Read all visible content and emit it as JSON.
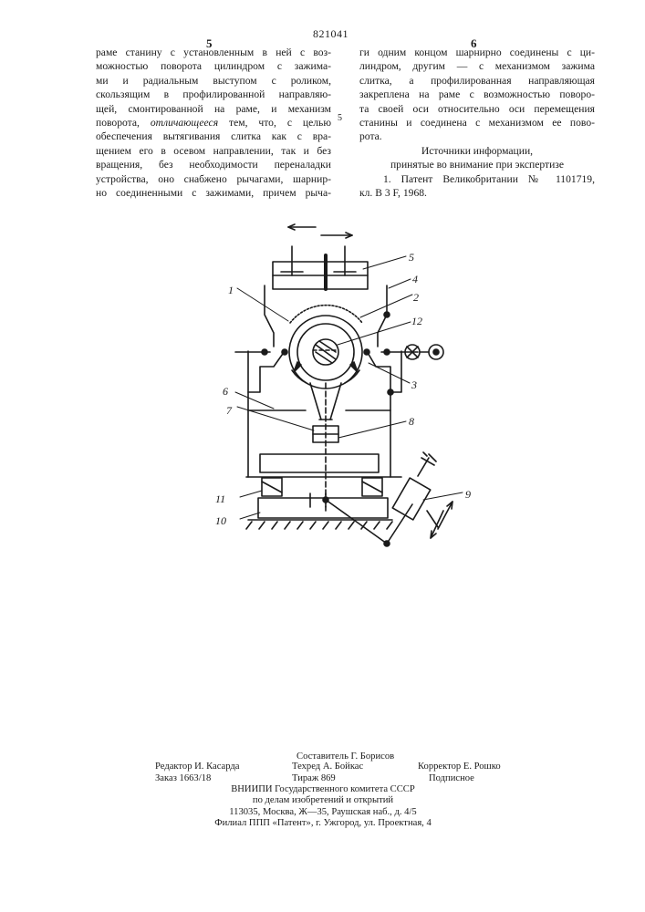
{
  "header": {
    "doc_number": "821041",
    "left_page": "5",
    "right_page": "6"
  },
  "left_column": {
    "lines": [
      "раме станину с установленным в ней с воз-",
      "можностью поворота цилиндром с зажима-",
      "ми и радиальным выступом с роликом,",
      "скользящим в профилированной направляю-",
      "щей, смонтированной на раме, и механизм",
      "поворота, ",
      "обеспечения вытягивания слитка как с вра-",
      "щением его в осевом направлении, так и без",
      "вращения, без необходимости переналадки",
      "устройства, оно снабжено рычагами, шарнир-",
      "но соединенными с зажимами, причем рыча-"
    ],
    "line6_italic": "отличающееся",
    "line6_rest": " тем, что, с целью"
  },
  "margin_number": "5",
  "right_column": {
    "lines": [
      "ги одним концом шарнирно соединены с ци-",
      "линдром, другим — с механизмом зажима",
      "слитка, а профилированная направляющая",
      "закреплена на раме с возможностью поворо-",
      "та своей оси относительно оси перемещения",
      "станины и соединена с механизмом ее пово-",
      "рота."
    ],
    "sources_title": "Источники информации,",
    "sources_subtitle": "принятые во внимание при экспертизе",
    "source_1_a": "1. Патент Великобритании № 1101719,",
    "source_1_b": "кл. В 3 F, 1968."
  },
  "figure": {
    "labels": [
      "1",
      "2",
      "3",
      "4",
      "5",
      "6",
      "7",
      "8",
      "9",
      "10",
      "11",
      "12"
    ]
  },
  "footer": {
    "compiler": "Составитель Г. Борисов",
    "editor": "Редактор И. Касарда",
    "techred": "Техред А. Бойкас",
    "corrector": "Корректор Е. Рошко",
    "order": "Заказ 1663/18",
    "circulation": "Тираж 869",
    "subscription": "Подписное",
    "org_1": "ВНИИПИ Государственного комитета СССР",
    "org_2": "по делам изобретений и открытий",
    "org_3": "113035, Москва, Ж—35, Раушская наб., д. 4/5",
    "org_4": "Филиал ППП «Патент», г. Ужгород, ул. Проектная, 4"
  }
}
